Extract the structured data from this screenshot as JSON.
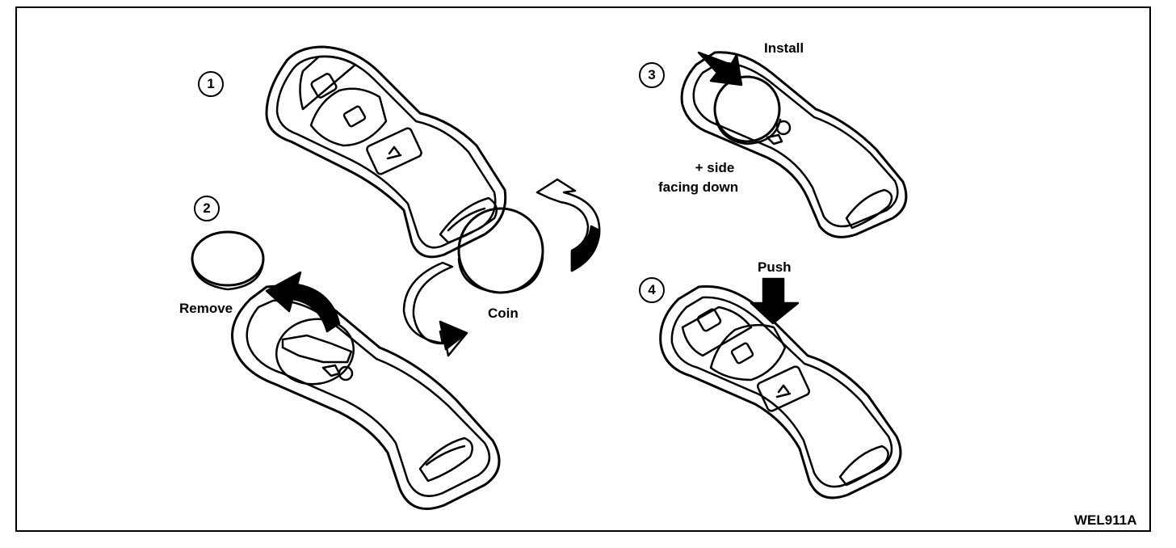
{
  "figure_code": "WEL911A",
  "steps": [
    {
      "number": "1"
    },
    {
      "number": "2",
      "label": "Remove"
    },
    {
      "number": "3",
      "label": "Install",
      "note_line1": "+ side",
      "note_line2": "facing down"
    },
    {
      "number": "4",
      "label": "Push"
    }
  ],
  "coin_label": "Coin"
}
